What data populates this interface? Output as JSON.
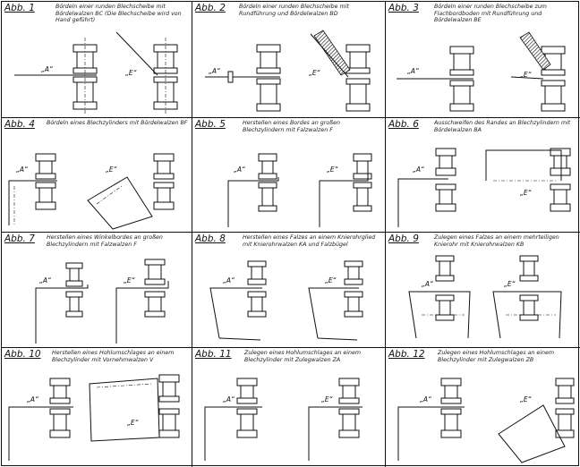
{
  "panels": [
    {
      "label": "Abb. 1",
      "caption": "Bördeln einer runden Blechscheibe mit Bördelwalzen BC (Die Blechscheibe wird von Hand geführt)",
      "pos_a": "„A“",
      "pos_e": "„E“"
    },
    {
      "label": "Abb. 2",
      "caption": "Bördeln einer runden Blechscheibe mit Rundführung und Bördelwalzen BD",
      "pos_a": "„A“",
      "pos_e": "„E“"
    },
    {
      "label": "Abb. 3",
      "caption": "Bördeln einer runden Blechscheibe zum Flachbordboden mit Rundführung und Bördelwalzen BE",
      "pos_a": "„A“",
      "pos_e": "„E“"
    },
    {
      "label": "Abb. 4",
      "caption": "Bördeln eines Blechzylinders mit Bördelwalzen BF",
      "pos_a": "„A“",
      "pos_e": "„E“"
    },
    {
      "label": "Abb. 5",
      "caption": "Herstellen eines Bordes an großen Blechzylindern mit Falzwalzen F",
      "pos_a": "„A“",
      "pos_e": "„E“"
    },
    {
      "label": "Abb. 6",
      "caption": "Ausschweifen des Randes an Blechzylindern mit Bördelwalzen BA",
      "pos_a": "„A“",
      "pos_e": "„E“"
    },
    {
      "label": "Abb. 7",
      "caption": "Herstellen eines Winkelbordes an großen Blechzylindern mit Falzwalzen F",
      "pos_a": "„A“",
      "pos_e": "„E“"
    },
    {
      "label": "Abb. 8",
      "caption": "Herstellen eines Falzes an einem Knierohrglied mit Knierohrwalzen KA und Falzbügel",
      "pos_a": "„A“",
      "pos_e": "„E“"
    },
    {
      "label": "Abb. 9",
      "caption": "Zulegen eines Falzes an einem mehrteiligen Knierohr mit Knierohrwalzen KB",
      "pos_a": "„A“",
      "pos_e": "„E“"
    },
    {
      "label": "Abb. 10",
      "caption": "Herstellen eines Hohlumschlages an einem Blechzylinder mit Vornehmwalzen V",
      "pos_a": "„A“",
      "pos_e": "„E“"
    },
    {
      "label": "Abb. 11",
      "caption": "Zulegen eines Hohlumschlages an einem Blechzylinder mit Zulegwalzen ZA",
      "pos_a": "„A“",
      "pos_e": "„E“"
    },
    {
      "label": "Abb. 12",
      "caption": "Zulegen eines Hohlumschlages an einem Blechzylinder mit Zulegwalzen ZB",
      "pos_a": "„A“",
      "pos_e": "„E“"
    }
  ]
}
